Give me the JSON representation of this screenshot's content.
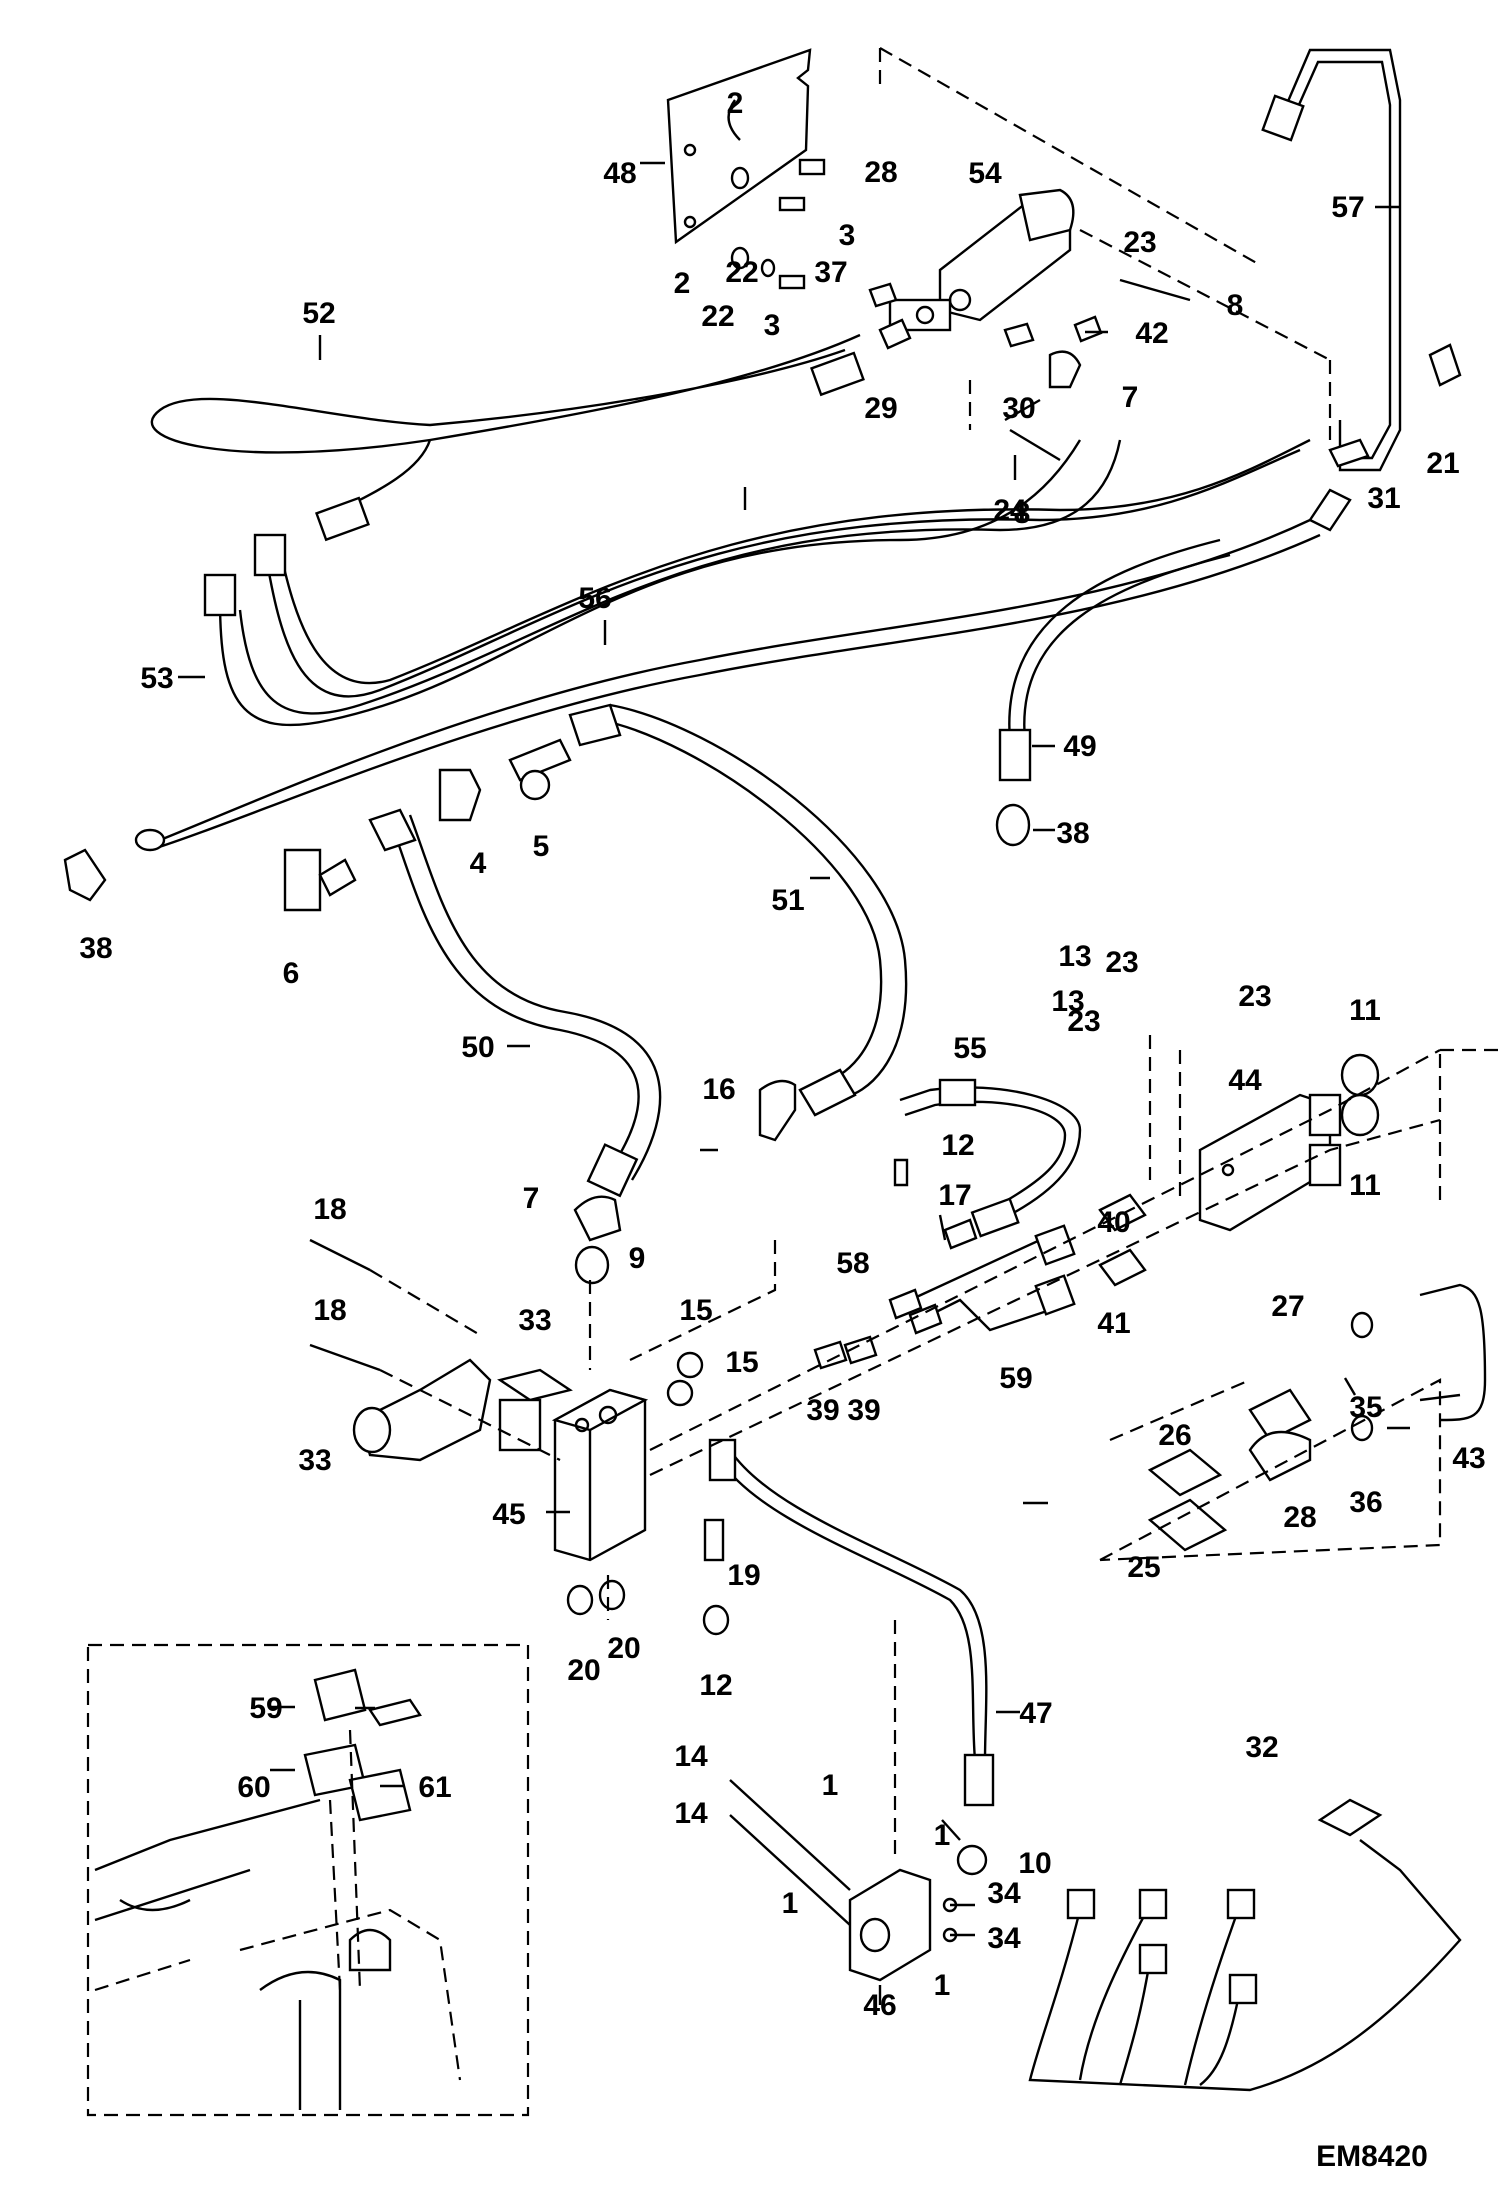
{
  "drawing_code": "EM8420",
  "callouts": [
    {
      "id": "1a",
      "text": "1"
    },
    {
      "id": "1b",
      "text": "1"
    },
    {
      "id": "1c",
      "text": "1"
    },
    {
      "id": "1d",
      "text": "1"
    },
    {
      "id": "2a",
      "text": "2"
    },
    {
      "id": "2b",
      "text": "2"
    },
    {
      "id": "3a",
      "text": "3"
    },
    {
      "id": "3b",
      "text": "3"
    },
    {
      "id": "4",
      "text": "4"
    },
    {
      "id": "5",
      "text": "5"
    },
    {
      "id": "6",
      "text": "6"
    },
    {
      "id": "7a",
      "text": "7"
    },
    {
      "id": "7b",
      "text": "7"
    },
    {
      "id": "8a",
      "text": "8"
    },
    {
      "id": "8b",
      "text": "8"
    },
    {
      "id": "9",
      "text": "9"
    },
    {
      "id": "10",
      "text": "10"
    },
    {
      "id": "11a",
      "text": "11"
    },
    {
      "id": "11b",
      "text": "11"
    },
    {
      "id": "12a",
      "text": "12"
    },
    {
      "id": "12b",
      "text": "12"
    },
    {
      "id": "13a",
      "text": "13"
    },
    {
      "id": "13b",
      "text": "13"
    },
    {
      "id": "14a",
      "text": "14"
    },
    {
      "id": "14b",
      "text": "14"
    },
    {
      "id": "15a",
      "text": "15"
    },
    {
      "id": "15b",
      "text": "15"
    },
    {
      "id": "16",
      "text": "16"
    },
    {
      "id": "17",
      "text": "17"
    },
    {
      "id": "18a",
      "text": "18"
    },
    {
      "id": "18b",
      "text": "18"
    },
    {
      "id": "19",
      "text": "19"
    },
    {
      "id": "20a",
      "text": "20"
    },
    {
      "id": "20b",
      "text": "20"
    },
    {
      "id": "21",
      "text": "21"
    },
    {
      "id": "22a",
      "text": "22"
    },
    {
      "id": "22b",
      "text": "22"
    },
    {
      "id": "23a",
      "text": "23"
    },
    {
      "id": "23b",
      "text": "23"
    },
    {
      "id": "23c",
      "text": "23"
    },
    {
      "id": "23d",
      "text": "23"
    },
    {
      "id": "24",
      "text": "24"
    },
    {
      "id": "25",
      "text": "25"
    },
    {
      "id": "26",
      "text": "26"
    },
    {
      "id": "27",
      "text": "27"
    },
    {
      "id": "28a",
      "text": "28"
    },
    {
      "id": "28b",
      "text": "28"
    },
    {
      "id": "29",
      "text": "29"
    },
    {
      "id": "30",
      "text": "30"
    },
    {
      "id": "31",
      "text": "31"
    },
    {
      "id": "32",
      "text": "32"
    },
    {
      "id": "33a",
      "text": "33"
    },
    {
      "id": "33b",
      "text": "33"
    },
    {
      "id": "34a",
      "text": "34"
    },
    {
      "id": "34b",
      "text": "34"
    },
    {
      "id": "35",
      "text": "35"
    },
    {
      "id": "36",
      "text": "36"
    },
    {
      "id": "37",
      "text": "37"
    },
    {
      "id": "38a",
      "text": "38"
    },
    {
      "id": "38b",
      "text": "38"
    },
    {
      "id": "39a",
      "text": "39"
    },
    {
      "id": "39b",
      "text": "39"
    },
    {
      "id": "40",
      "text": "40"
    },
    {
      "id": "41",
      "text": "41"
    },
    {
      "id": "42",
      "text": "42"
    },
    {
      "id": "43",
      "text": "43"
    },
    {
      "id": "44",
      "text": "44"
    },
    {
      "id": "45",
      "text": "45"
    },
    {
      "id": "46",
      "text": "46"
    },
    {
      "id": "47",
      "text": "47"
    },
    {
      "id": "48",
      "text": "48"
    },
    {
      "id": "49",
      "text": "49"
    },
    {
      "id": "50",
      "text": "50"
    },
    {
      "id": "51",
      "text": "51"
    },
    {
      "id": "52",
      "text": "52"
    },
    {
      "id": "53",
      "text": "53"
    },
    {
      "id": "54",
      "text": "54"
    },
    {
      "id": "55",
      "text": "55"
    },
    {
      "id": "56",
      "text": "56"
    },
    {
      "id": "57",
      "text": "57"
    },
    {
      "id": "58",
      "text": "58"
    },
    {
      "id": "59a",
      "text": "59"
    },
    {
      "id": "59b",
      "text": "59"
    },
    {
      "id": "60",
      "text": "60"
    },
    {
      "id": "61",
      "text": "61"
    }
  ]
}
